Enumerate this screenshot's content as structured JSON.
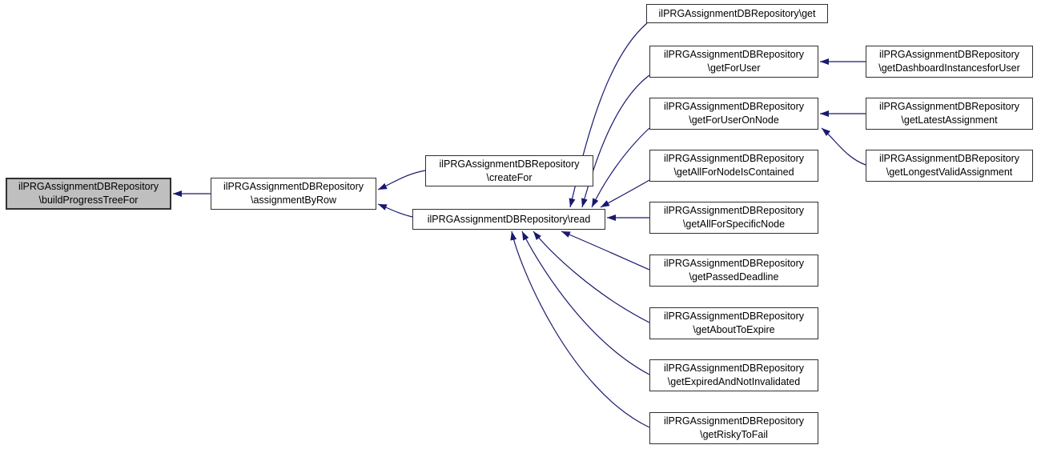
{
  "diagram": {
    "type": "call-graph",
    "edge_color": "#191970",
    "node_border_color": "#303030",
    "node_fill": "#ffffff",
    "highlight_fill": "#bfbfbf",
    "text_color": "#000000",
    "background": "#ffffff"
  },
  "nodes": [
    {
      "id": "buildProgressTreeFor",
      "highlighted": true,
      "lines": [
        "ilPRGAssignmentDBRepository",
        "\\buildProgressTreeFor"
      ]
    },
    {
      "id": "assignmentByRow",
      "highlighted": false,
      "lines": [
        "ilPRGAssignmentDBRepository",
        "\\assignmentByRow"
      ]
    },
    {
      "id": "createFor",
      "highlighted": false,
      "lines": [
        "ilPRGAssignmentDBRepository",
        "\\createFor"
      ]
    },
    {
      "id": "read",
      "highlighted": false,
      "lines": [
        "ilPRGAssignmentDBRepository\\read"
      ]
    },
    {
      "id": "get",
      "highlighted": false,
      "lines": [
        "ilPRGAssignmentDBRepository\\get"
      ]
    },
    {
      "id": "getForUser",
      "highlighted": false,
      "lines": [
        "ilPRGAssignmentDBRepository",
        "\\getForUser"
      ]
    },
    {
      "id": "getForUserOnNode",
      "highlighted": false,
      "lines": [
        "ilPRGAssignmentDBRepository",
        "\\getForUserOnNode"
      ]
    },
    {
      "id": "getAllForNodeIsContained",
      "highlighted": false,
      "lines": [
        "ilPRGAssignmentDBRepository",
        "\\getAllForNodeIsContained"
      ]
    },
    {
      "id": "getAllForSpecificNode",
      "highlighted": false,
      "lines": [
        "ilPRGAssignmentDBRepository",
        "\\getAllForSpecificNode"
      ]
    },
    {
      "id": "getPassedDeadline",
      "highlighted": false,
      "lines": [
        "ilPRGAssignmentDBRepository",
        "\\getPassedDeadline"
      ]
    },
    {
      "id": "getAboutToExpire",
      "highlighted": false,
      "lines": [
        "ilPRGAssignmentDBRepository",
        "\\getAboutToExpire"
      ]
    },
    {
      "id": "getExpiredAndNotInvalidated",
      "highlighted": false,
      "lines": [
        "ilPRGAssignmentDBRepository",
        "\\getExpiredAndNotInvalidated"
      ]
    },
    {
      "id": "getRiskyToFail",
      "highlighted": false,
      "lines": [
        "ilPRGAssignmentDBRepository",
        "\\getRiskyToFail"
      ]
    },
    {
      "id": "getDashboardInstancesforUser",
      "highlighted": false,
      "lines": [
        "ilPRGAssignmentDBRepository",
        "\\getDashboardInstancesforUser"
      ]
    },
    {
      "id": "getLatestAssignment",
      "highlighted": false,
      "lines": [
        "ilPRGAssignmentDBRepository",
        "\\getLatestAssignment"
      ]
    },
    {
      "id": "getLongestValidAssignment",
      "highlighted": false,
      "lines": [
        "ilPRGAssignmentDBRepository",
        "\\getLongestValidAssignment"
      ]
    }
  ],
  "edges": [
    {
      "from": "assignmentByRow",
      "to": "buildProgressTreeFor"
    },
    {
      "from": "createFor",
      "to": "assignmentByRow"
    },
    {
      "from": "read",
      "to": "assignmentByRow"
    },
    {
      "from": "get",
      "to": "read"
    },
    {
      "from": "getForUser",
      "to": "read"
    },
    {
      "from": "getForUserOnNode",
      "to": "read"
    },
    {
      "from": "getAllForNodeIsContained",
      "to": "read"
    },
    {
      "from": "getAllForSpecificNode",
      "to": "read"
    },
    {
      "from": "getPassedDeadline",
      "to": "read"
    },
    {
      "from": "getAboutToExpire",
      "to": "read"
    },
    {
      "from": "getExpiredAndNotInvalidated",
      "to": "read"
    },
    {
      "from": "getRiskyToFail",
      "to": "read"
    },
    {
      "from": "getDashboardInstancesforUser",
      "to": "getForUser"
    },
    {
      "from": "getLatestAssignment",
      "to": "getForUserOnNode"
    },
    {
      "from": "getLongestValidAssignment",
      "to": "getForUserOnNode"
    }
  ]
}
